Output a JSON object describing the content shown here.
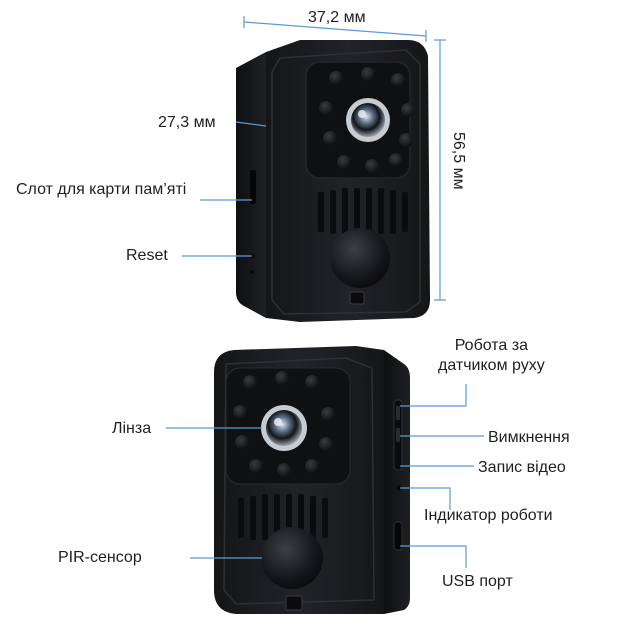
{
  "colors": {
    "body": "#1b1c1e",
    "body_edge": "#2e3034",
    "face": "#0f1012",
    "leader": "#5a9bd5",
    "text": "#1f1f1f"
  },
  "dimensions": {
    "width": "37,2 мм",
    "depth": "27,3 мм",
    "height": "56,5 мм"
  },
  "side_labels": {
    "card_slot": "Слот для карти пам’яті",
    "reset": "Reset"
  },
  "front_labels": {
    "lens": "Лінза",
    "pir": "PIR-сенсор"
  },
  "right_labels": {
    "motion": "Робота за\nдатчиком руху",
    "power_off": "Вимкнення",
    "video": "Запис відео",
    "indicator": "Індикатор роботи",
    "usb": "USB порт"
  }
}
